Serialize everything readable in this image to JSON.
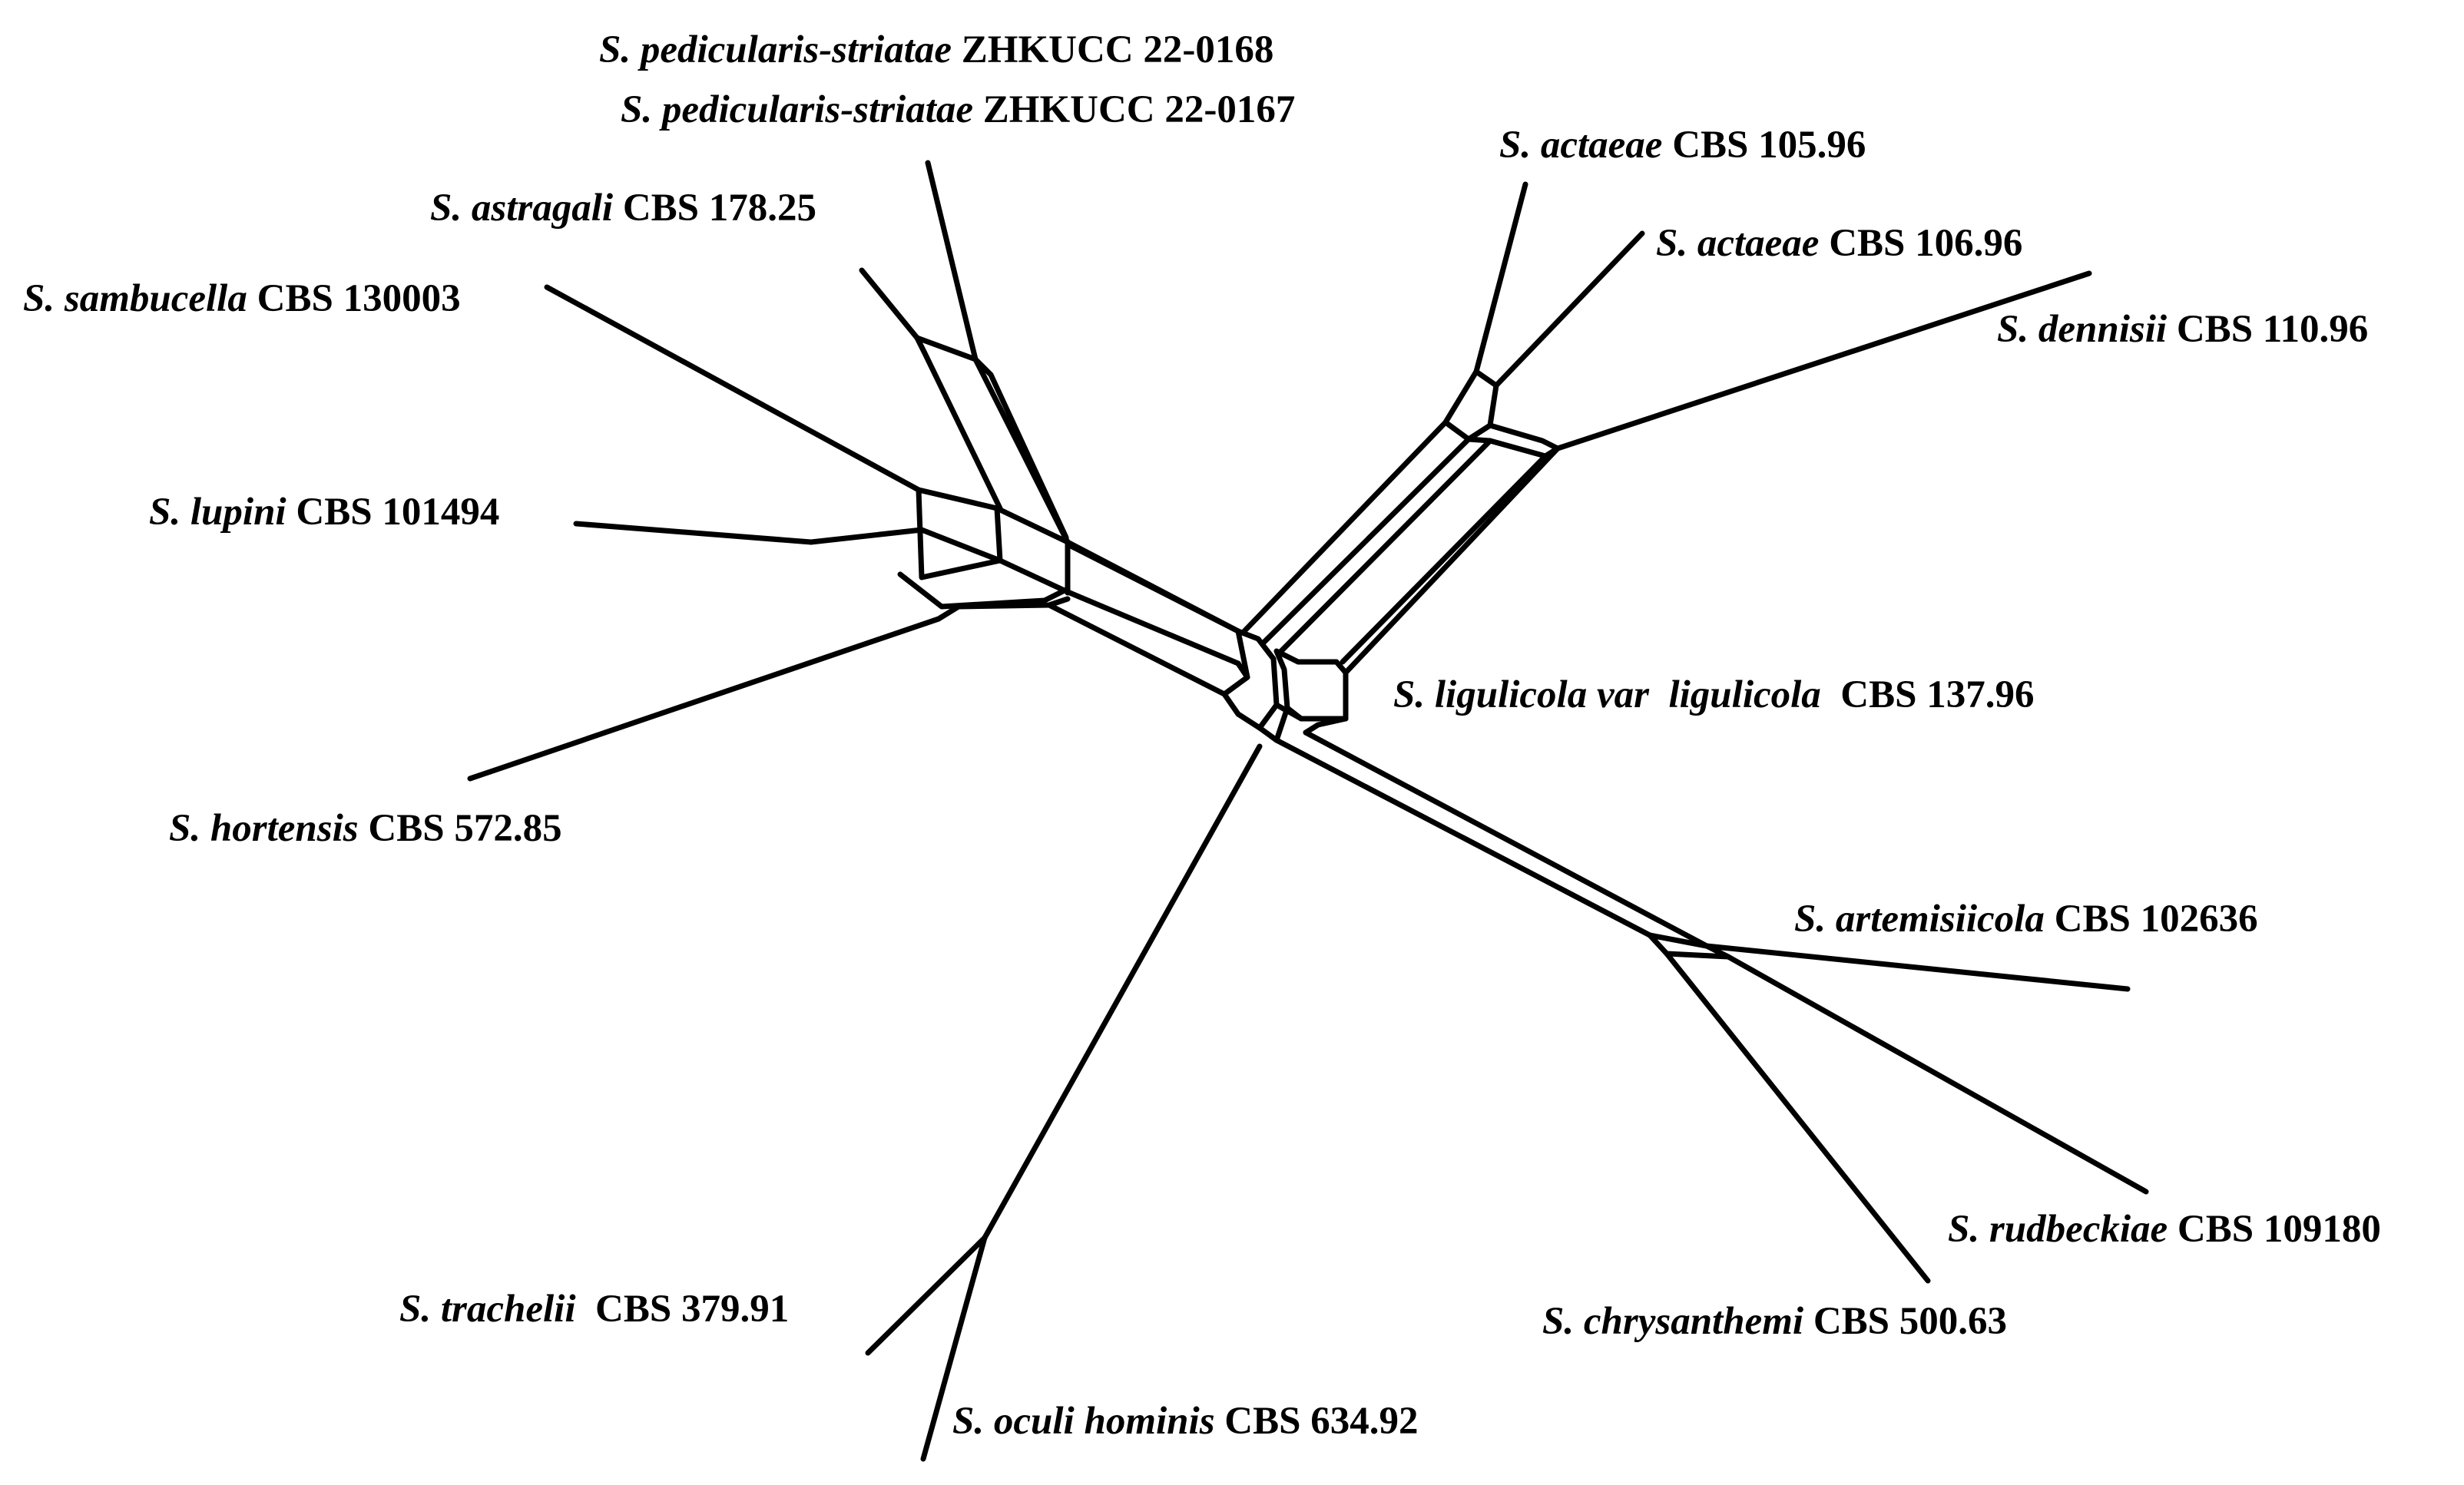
{
  "taxa": [
    {
      "species": "S. pedicularis-striatae",
      "strain": "ZHKUCC 22-0168"
    },
    {
      "species": "S. pedicularis-striatae",
      "strain": "ZHKUCC 22-0167"
    },
    {
      "species": "S. actaeae",
      "strain": "CBS 105.96"
    },
    {
      "species": "S. astragali",
      "strain": "CBS 178.25"
    },
    {
      "species": "S. actaeae",
      "strain": "CBS 106.96"
    },
    {
      "species": "S. sambucella",
      "strain": "CBS 130003"
    },
    {
      "species": "S. dennisii",
      "strain": "CBS 110.96"
    },
    {
      "species": "S. lupini",
      "strain": "CBS 101494"
    },
    {
      "species": "S. ligulicola var  ligulicola",
      "strain": "CBS 137.96"
    },
    {
      "species": "S. hortensis",
      "strain": "CBS 572.85"
    },
    {
      "species": "S. artemisiicola",
      "strain": "CBS 102636"
    },
    {
      "species": "S. rudbeckiae",
      "strain": "CBS 109180"
    },
    {
      "species": "S. trachelii",
      "strain": "CBS 379.91"
    },
    {
      "species": "S. chrysanthemi",
      "strain": "CBS 500.63"
    },
    {
      "species": "S. oculi hominis",
      "strain": "CBS 634.92"
    }
  ]
}
